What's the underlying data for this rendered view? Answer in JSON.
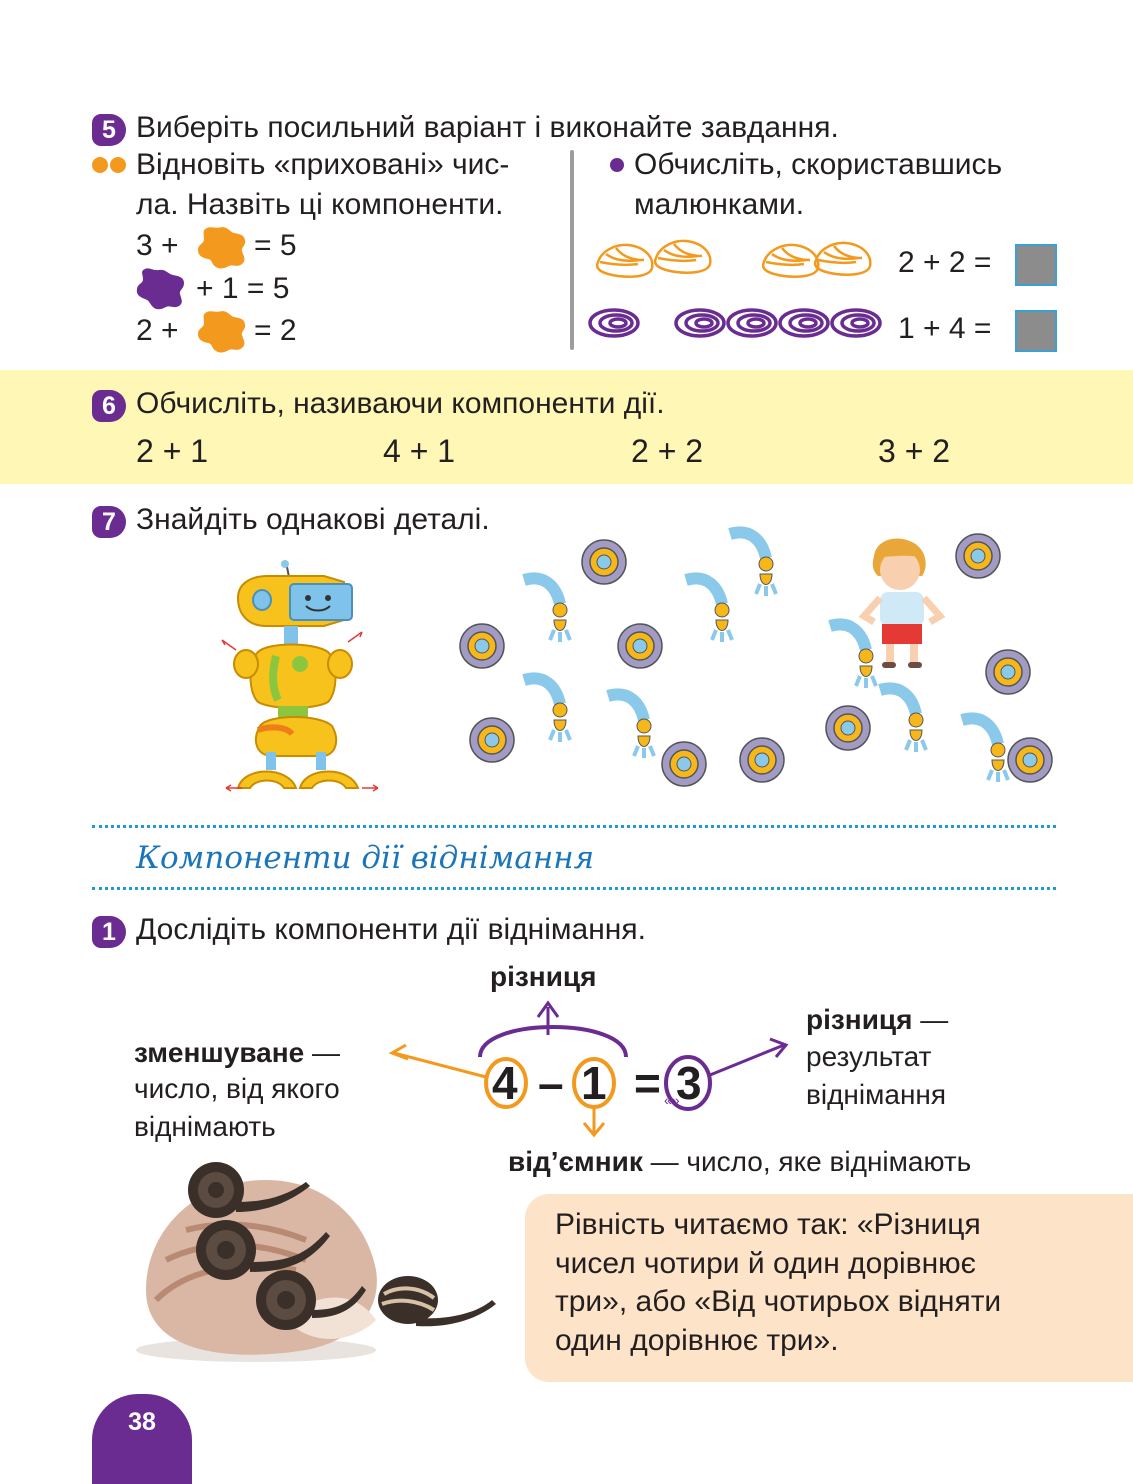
{
  "task5": {
    "number": "5",
    "heading": "Виберіть посильний варіант і виконайте завдання.",
    "left": {
      "line1": "Відновіть «приховані» чис-",
      "line2": "ла. Назвіть ці компоненти.",
      "eq1_a": "3 +",
      "eq1_b": "= 5",
      "eq2_b": "+ 1 = 5",
      "eq3_a": "2 +",
      "eq3_b": "= 2"
    },
    "right": {
      "line1": "Обчисліть,  скориставшись",
      "line2": "малюнками.",
      "eq1": "2 + 2 =",
      "eq2": "1 + 4 ="
    }
  },
  "task6": {
    "number": "6",
    "heading": "Обчисліть, називаючи компоненти дії.",
    "exprs": [
      "2 + 1",
      "4 + 1",
      "2 + 2",
      "3 + 2"
    ]
  },
  "task7": {
    "number": "7",
    "heading": "Знайдіть однакові деталі."
  },
  "section": {
    "title": "Компоненти дії віднімання"
  },
  "task1": {
    "number": "1",
    "heading": "Дослідіть компоненти дії віднімання.",
    "top_label": "різниця",
    "left_bold": "зменшуване",
    "left_dash": " —",
    "left_line2": "число, від якого",
    "left_line3": "віднімають",
    "right_bold": "різниця",
    "right_dash": " —",
    "right_line2": "результат",
    "right_line3": "віднімання",
    "bottom_bold": "від’ємник",
    "bottom_rest": " — число, яке віднімають",
    "eq_a": "4",
    "eq_minus": "–",
    "eq_b": "1",
    "eq_eq": "=",
    "eq_c": "3",
    "quote_mark": "«»"
  },
  "callout": {
    "line1": "Рівність читаємо так: «Різниця",
    "line2": "чисел чотири й один дорівнює",
    "line3": "три», або «Від чотирьох відняти",
    "line4": "один дорівнює три»."
  },
  "page_number": "38",
  "colors": {
    "purple": "#6a2c91",
    "orange": "#f39a1e",
    "band_yellow": "#fef7b6",
    "callout_peach": "#fde3c8",
    "title_blue": "#1b75bb"
  }
}
